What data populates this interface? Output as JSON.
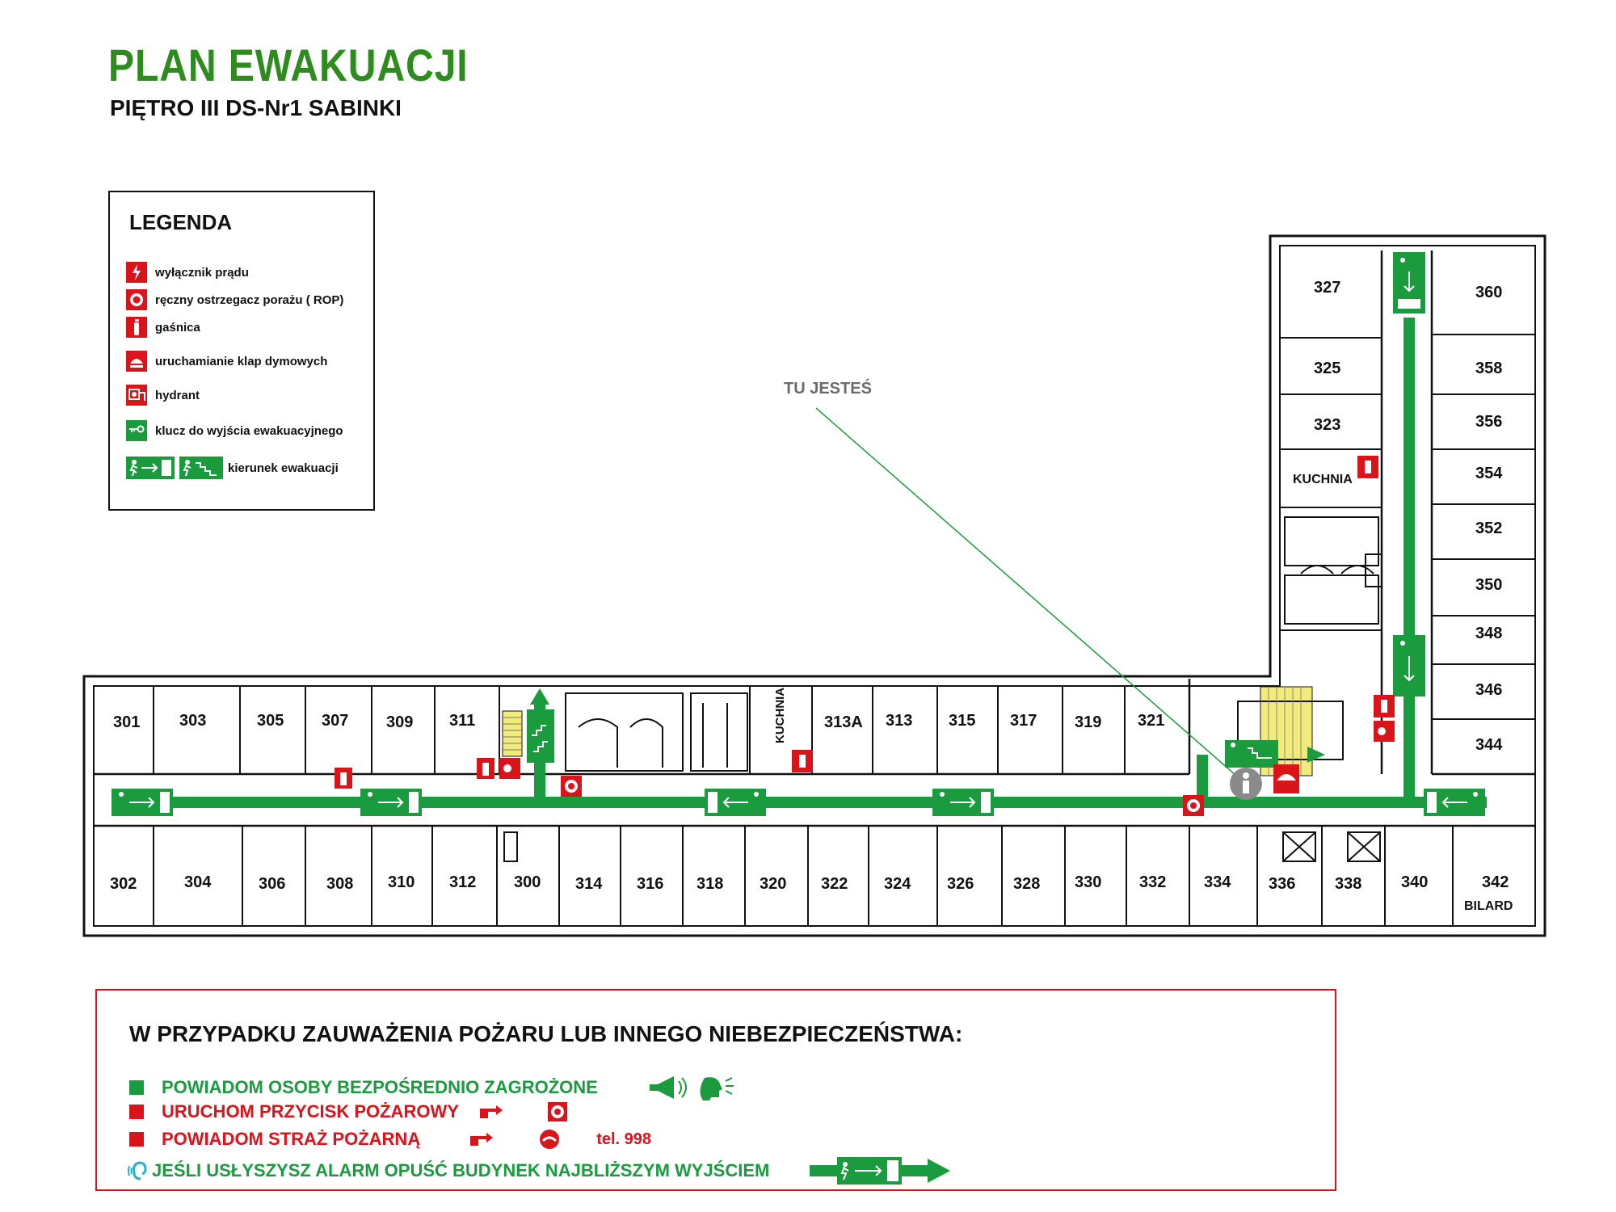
{
  "header": {
    "title": "PLAN EWAKUACJI",
    "subtitle": "PIĘTRO III  DS-Nr1 SABINKI"
  },
  "legend": {
    "title": "LEGENDA",
    "items": [
      {
        "icon": "power-switch-icon",
        "label": "wyłącznik prądu"
      },
      {
        "icon": "fire-alarm-button-icon",
        "label": "ręczny  ostrzegacz porażu ( ROP)"
      },
      {
        "icon": "fire-extinguisher-icon",
        "label": "gaśnica"
      },
      {
        "icon": "smoke-vent-icon",
        "label": "uruchamianie klap dymowych"
      },
      {
        "icon": "hydrant-icon",
        "label": "hydrant"
      },
      {
        "icon": "exit-key-icon",
        "label": "klucz  do wyjścia ewakuacyjnego"
      },
      {
        "icon": "evacuation-direction-icon",
        "label": "kierunek ewakuacji"
      }
    ]
  },
  "you_are_here": "TU JESTEŚ",
  "rooms": {
    "north": [
      "301",
      "303",
      "305",
      "307",
      "309",
      "311",
      "KUCHNIA",
      "313A",
      "313",
      "315",
      "317",
      "319",
      "321"
    ],
    "south": [
      "302",
      "304",
      "306",
      "308",
      "310",
      "312",
      "300",
      "314",
      "316",
      "318",
      "320",
      "322",
      "324",
      "326",
      "328",
      "330",
      "332",
      "334",
      "336",
      "338",
      "340",
      "342"
    ],
    "wing_west": [
      "327",
      "325",
      "323",
      "KUCHNIA"
    ],
    "wing_east": [
      "360",
      "358",
      "356",
      "354",
      "352",
      "350",
      "348",
      "346",
      "344"
    ],
    "extra": "BILARD"
  },
  "instructions": {
    "heading": "W PRZYPADKU ZAUWAŻENIA  POŻARU LUB INNEGO NIEBEZPIECZEŃSTWA:",
    "lines": [
      {
        "text": "POWIADOM OSOBY  BEZPOŚREDNIO  ZAGROŻONE",
        "color": "#1a9c3e"
      },
      {
        "text": "URUCHOM PRZYCISK POŻAROWY",
        "color": "#d9141b"
      },
      {
        "text": "POWIADOM STRAŻ POŻARNĄ",
        "color": "#d9141b"
      },
      {
        "text": "JEŚLI  USŁYSZYSZ ALARM OPUŚĆ BUDYNEK  NAJBLIŻSZYM WYJŚCIEM",
        "color": "#1a9c3e"
      }
    ],
    "phone": "tel. 998"
  },
  "colors": {
    "green": "#1a9c3e",
    "red": "#d9141b",
    "title_green": "#2e8b1e",
    "stairs": "#f2ea7a"
  }
}
